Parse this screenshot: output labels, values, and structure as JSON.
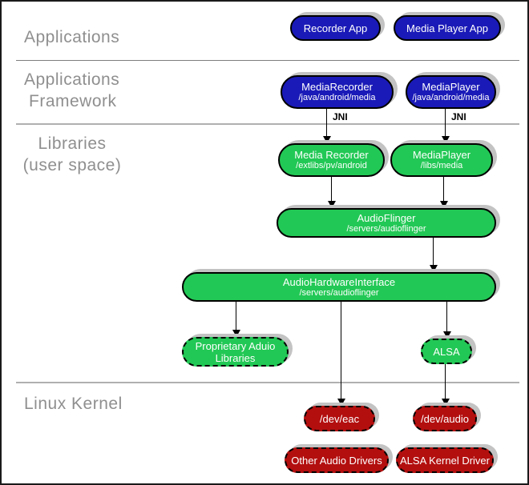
{
  "layers": {
    "applications": "Applications",
    "framework_line1": "Applications",
    "framework_line2": "Framework",
    "libraries_line1": "Libraries",
    "libraries_line2": "(user space)",
    "kernel": "Linux Kernel"
  },
  "labels": {
    "jni_left": "JNI",
    "jni_right": "JNI"
  },
  "nodes": {
    "recorder_app": {
      "title": "Recorder App"
    },
    "media_player_app": {
      "title": "Media Player App"
    },
    "media_recorder_fw": {
      "title": "MediaRecorder",
      "subtitle": "/java/android/media"
    },
    "media_player_fw": {
      "title": "MediaPlayer",
      "subtitle": "/java/android/media"
    },
    "media_recorder_lib": {
      "title": "Media Recorder",
      "subtitle": "/extlibs/pv/android"
    },
    "media_player_lib": {
      "title": "MediaPlayer",
      "subtitle": "/libs/media"
    },
    "audio_flinger": {
      "title": "AudioFlinger",
      "subtitle": "/servers/audioflinger"
    },
    "audio_hardware_interface": {
      "title": "AudioHardwareInterface",
      "subtitle": "/servers/audioflinger"
    },
    "proprietary_audio_libraries": {
      "title": "Proprietary Aduio Libraries"
    },
    "alsa": {
      "title": "ALSA"
    },
    "dev_eac": {
      "title": "/dev/eac"
    },
    "dev_audio": {
      "title": "/dev/audio"
    },
    "other_audio_drivers": {
      "title": "Other Audio Drivers"
    },
    "alsa_kernel_driver": {
      "title": "ALSA Kernel Driver"
    }
  },
  "colors": {
    "node_blue": "#1a1ab8",
    "node_green": "#22c855",
    "node_red": "#b30f0f",
    "node_text": "#ffffff",
    "shadow": "#c3c3c3",
    "section_label": "#8f8f8f",
    "divider": "#b0b0b0",
    "arrow": "#000000",
    "border": "#000000"
  }
}
